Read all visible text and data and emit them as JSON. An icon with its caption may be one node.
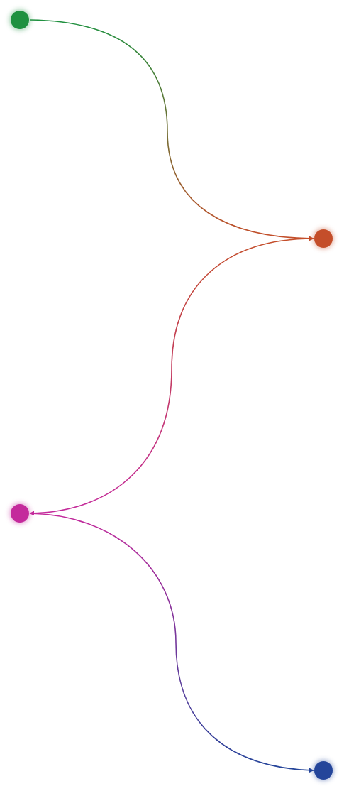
{
  "diagram": {
    "nodes": [
      {
        "text": [],
        "shape": "circle"
      },
      {
        "text": [],
        "shape": "circle"
      },
      {
        "text": [],
        "shape": "circle"
      },
      {
        "text": [],
        "shape": "circle"
      }
    ],
    "edges": [
      {
        "from": 0,
        "to": 1,
        "arrow": "to"
      },
      {
        "from": 1,
        "to": 2,
        "arrow": "to"
      },
      {
        "from": 2,
        "to": 3,
        "arrow": "to"
      }
    ]
  }
}
